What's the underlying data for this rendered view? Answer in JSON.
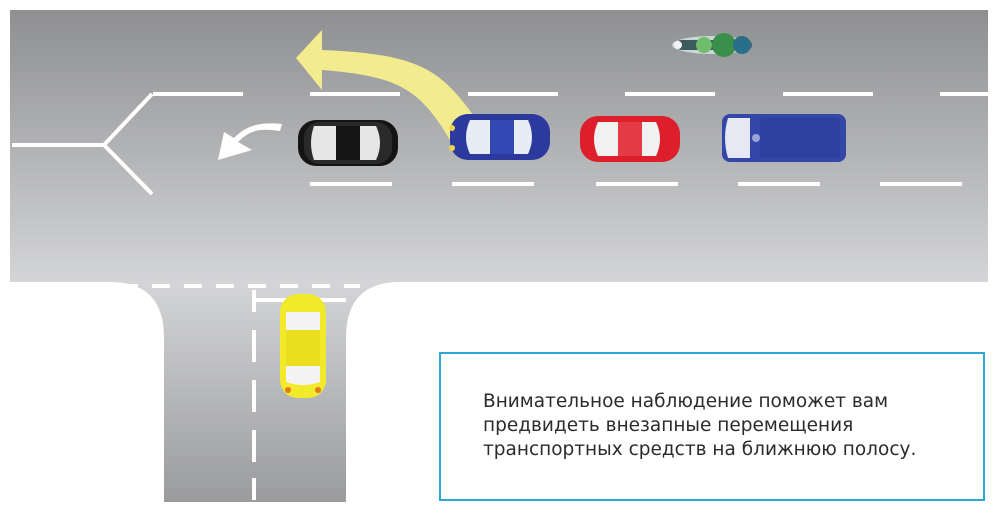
{
  "caption": {
    "text": "Внимательное наблюдение поможет вам\nпредвидеть внезапные перемещения\nтранспортных средств на ближнюю полосу."
  },
  "colors": {
    "accent_frame": "#2aa9d6",
    "road_dark": "#8e8f91",
    "road_light": "#d4d5d7",
    "lane_marking": "#ffffff",
    "lane_change_arrow": "#f3ec8f",
    "turn_arrow": "#ffffff",
    "car_black": "#141414",
    "car_blue": "#2c3a9e",
    "car_red": "#dc1f2b",
    "van_blue": "#3347a8",
    "car_yellow": "#f2e92a",
    "motorcycle_green": "#3a8f4a"
  },
  "vehicles": [
    {
      "id": "black-car",
      "color": "#141414",
      "kind": "car"
    },
    {
      "id": "blue-car",
      "color": "#2c3a9e",
      "kind": "car"
    },
    {
      "id": "red-car",
      "color": "#dc1f2b",
      "kind": "car"
    },
    {
      "id": "blue-van",
      "color": "#3347a8",
      "kind": "van"
    },
    {
      "id": "yellow-car",
      "color": "#f2e92a",
      "kind": "car"
    },
    {
      "id": "motorcycle",
      "color": "#3a8f4a",
      "kind": "motorcycle"
    }
  ]
}
